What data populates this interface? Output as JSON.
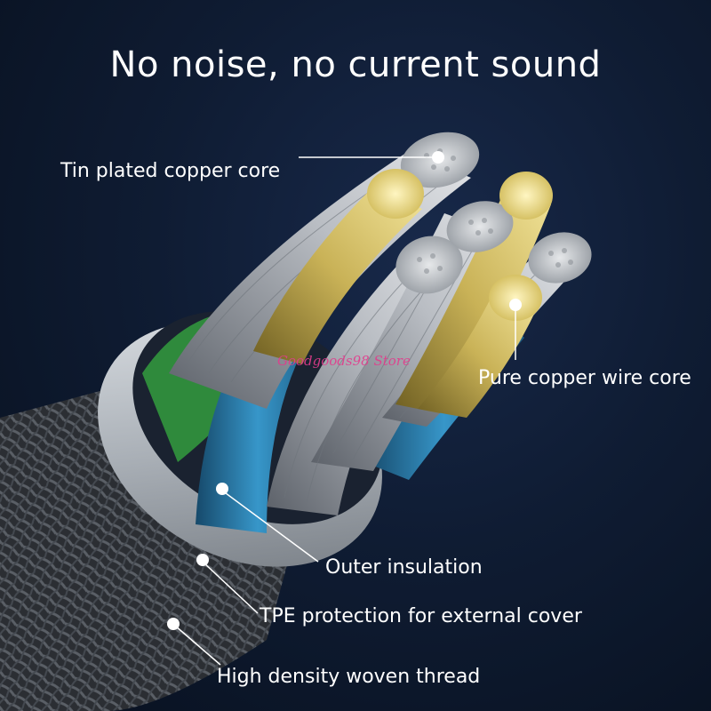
{
  "headline": "No noise, no current sound",
  "callouts": {
    "tin_plated_core": "Tin plated copper core",
    "pure_copper_core": "Pure copper wire core",
    "outer_insulation": "Outer insulation",
    "tpe_cover": "TPE protection for external cover",
    "woven_thread": "High density woven thread"
  },
  "watermark": "Goodgoods98 Store",
  "colors": {
    "background": "#0f1c33",
    "text": "#ffffff",
    "braid": "#3a3d42",
    "tpe_ring": "#b9bfc6",
    "insulation_blue": "#2f86b8",
    "insulation_green": "#2f8a3c",
    "gold_core": "#d8c56a",
    "tin_strands": "#c9ccd0",
    "watermark": "#e23c8c"
  }
}
